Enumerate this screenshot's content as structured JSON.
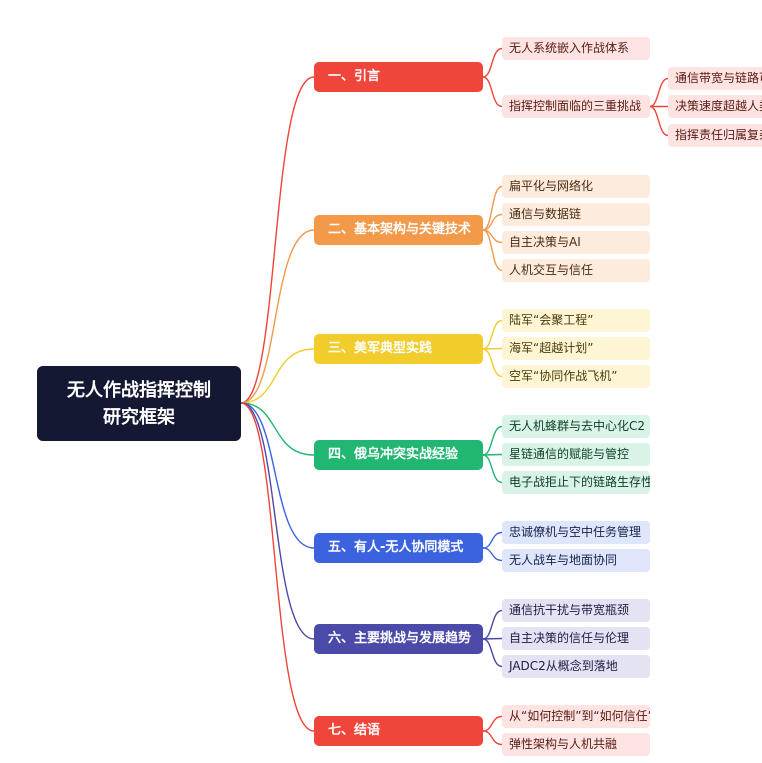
{
  "root": {
    "line1": "无人作战指挥控制",
    "line2": "研究框架"
  },
  "branches": [
    {
      "label": "一、引言",
      "color": "#f0453a",
      "leaf_bg": "#fde3e1",
      "leaf_text": "#5a1a14",
      "children": [
        "无人系统嵌入作战体系",
        "指挥控制面临的三重挑战"
      ]
    },
    {
      "label": "二、基本架构与关键技术",
      "color": "#f2994a",
      "leaf_bg": "#fdebdd",
      "leaf_text": "#4a2a10",
      "children": [
        "扁平化与网络化",
        "通信与数据链",
        "自主决策与AI",
        "人机交互与信任"
      ]
    },
    {
      "label": "三、美军典型实践",
      "color": "#f2cc2a",
      "leaf_bg": "#fdf5d4",
      "leaf_text": "#4a3a08",
      "children": [
        "陆军“会聚工程”",
        "海军“超越计划”",
        "空军“协同作战飞机”"
      ]
    },
    {
      "label": "四、俄乌冲突实战经验",
      "color": "#22b673",
      "leaf_bg": "#d9f4e6",
      "leaf_text": "#0d3d25",
      "children": [
        "无人机蜂群与去中心化C2",
        "星链通信的赋能与管控",
        "电子战拒止下的链路生存性"
      ]
    },
    {
      "label": "五、有人-无人协同模式",
      "color": "#3b63e0",
      "leaf_bg": "#dfe5fa",
      "leaf_text": "#14224d",
      "children": [
        "忠诚僚机与空中任务管理",
        "无人战车与地面协同"
      ]
    },
    {
      "label": "六、主要挑战与发展趋势",
      "color": "#4b4aa8",
      "leaf_bg": "#e3e3f3",
      "leaf_text": "#1c1c44",
      "children": [
        "通信抗干扰与带宽瓶颈",
        "自主决策的信任与伦理",
        "JADC2从概念到落地"
      ]
    },
    {
      "label": "七、结语",
      "color": "#f0453a",
      "leaf_bg": "#fde3e1",
      "leaf_text": "#5a1a14",
      "children": [
        "从“如何控制”到“如何信任”",
        "弹性架构与人机共融"
      ]
    }
  ],
  "sub_leaves": [
    "通信带宽与链路可",
    "决策速度超越人类",
    "指挥责任归属复杂"
  ]
}
